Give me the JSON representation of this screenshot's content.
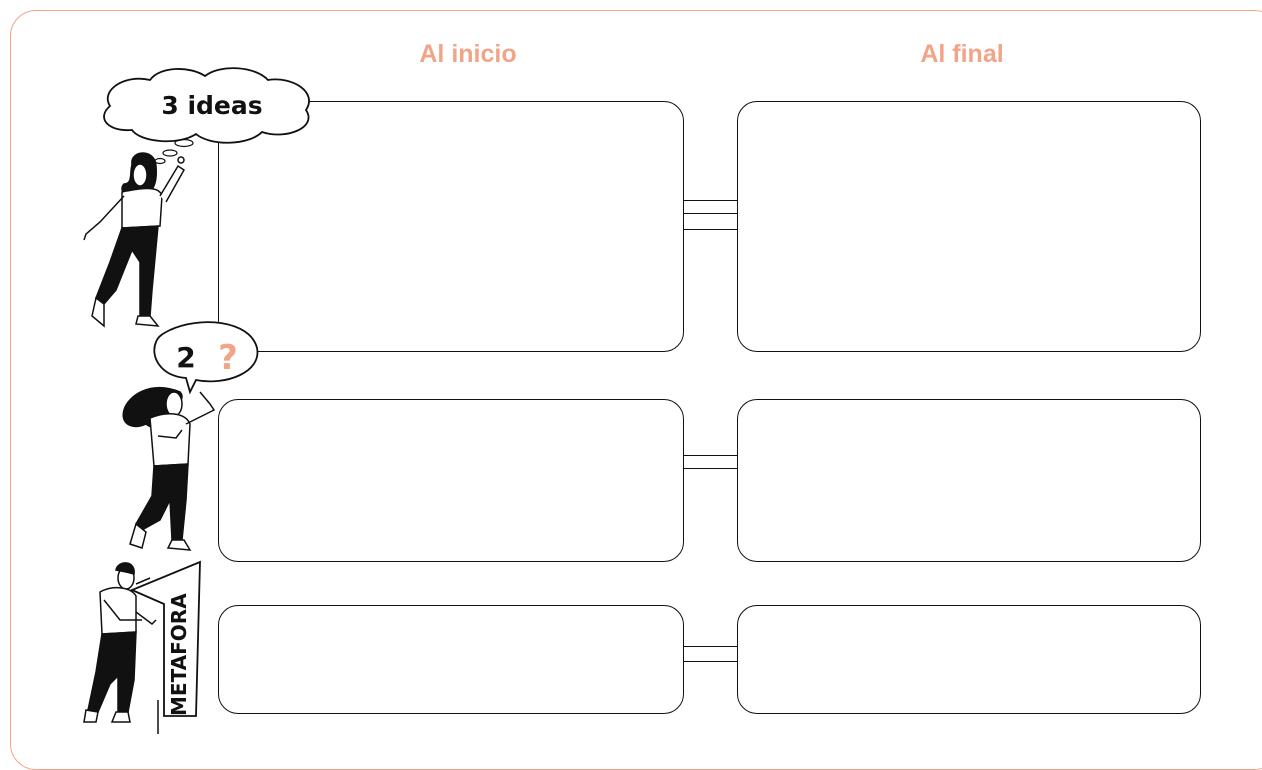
{
  "columns": {
    "start_title": "Al inicio",
    "end_title": "Al final"
  },
  "labels": {
    "ideas": "3 ideas",
    "questions_number": "2",
    "questions_mark": "?",
    "metaphor": "METAFORA"
  },
  "rows": [
    {
      "name": "ideas",
      "start_text": "",
      "end_text": ""
    },
    {
      "name": "questions",
      "start_text": "",
      "end_text": ""
    },
    {
      "name": "metaphor",
      "start_text": "",
      "end_text": ""
    }
  ],
  "colors": {
    "accent": "#f2a488",
    "ink": "#111111",
    "background": "#ffffff"
  },
  "icons": [
    "thought-cloud-icon",
    "speech-bubble-icon",
    "woman-thinking-icon",
    "woman-talking-icon",
    "man-holding-sign-icon"
  ]
}
